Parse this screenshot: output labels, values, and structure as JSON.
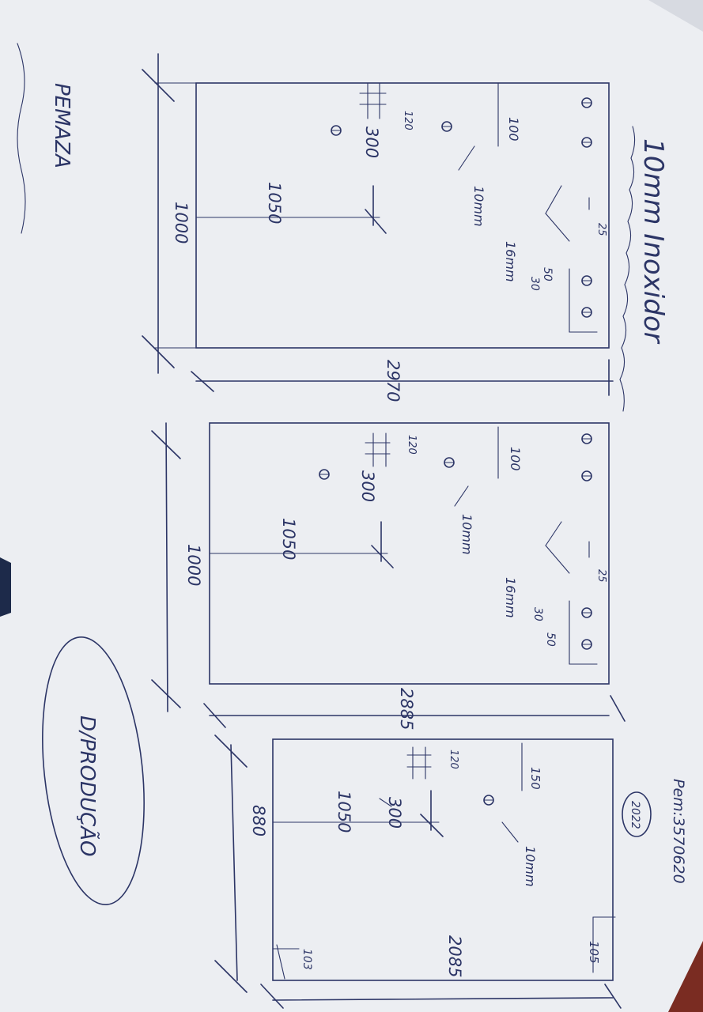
{
  "colors": {
    "ink": "#2c3566",
    "paper": "#eceef2",
    "table_edge": "#7a2c22",
    "cloth_corner": "#1d2a4a"
  },
  "heading": "10mm Inoxidor",
  "pieces": [
    {
      "name": "piece-1",
      "width": "2970",
      "height": "1000",
      "slot_pitch": "1050",
      "slot_spacing": "300",
      "edge_offset": "100",
      "slot_offset": "120",
      "small_offset": "25",
      "pair_spacing": "50",
      "pair_offset": "30",
      "hole_a": "16mm",
      "hole_b": "10mm"
    },
    {
      "name": "piece-2",
      "width": "2885",
      "height": "1000",
      "slot_pitch": "1050",
      "slot_spacing": "300",
      "edge_offset": "100",
      "slot_offset": "120",
      "small_offset": "25",
      "pair_spacing": "50",
      "pair_offset": "30",
      "hole_a": "16mm",
      "hole_b": "10mm"
    },
    {
      "name": "piece-3",
      "width": "2085",
      "height": "880",
      "slot_pitch": "1050",
      "slot_spacing": "300",
      "edge_offset": "150",
      "slot_offset": "120",
      "small_offset": "103",
      "corner_offset": "105",
      "hole_a": "10mm"
    }
  ],
  "label_left": "PEMAZA",
  "label_right_top": "Pem:3570620",
  "label_right_circle": "2022",
  "label_right_bottom": "D/PRODUÇÃO"
}
